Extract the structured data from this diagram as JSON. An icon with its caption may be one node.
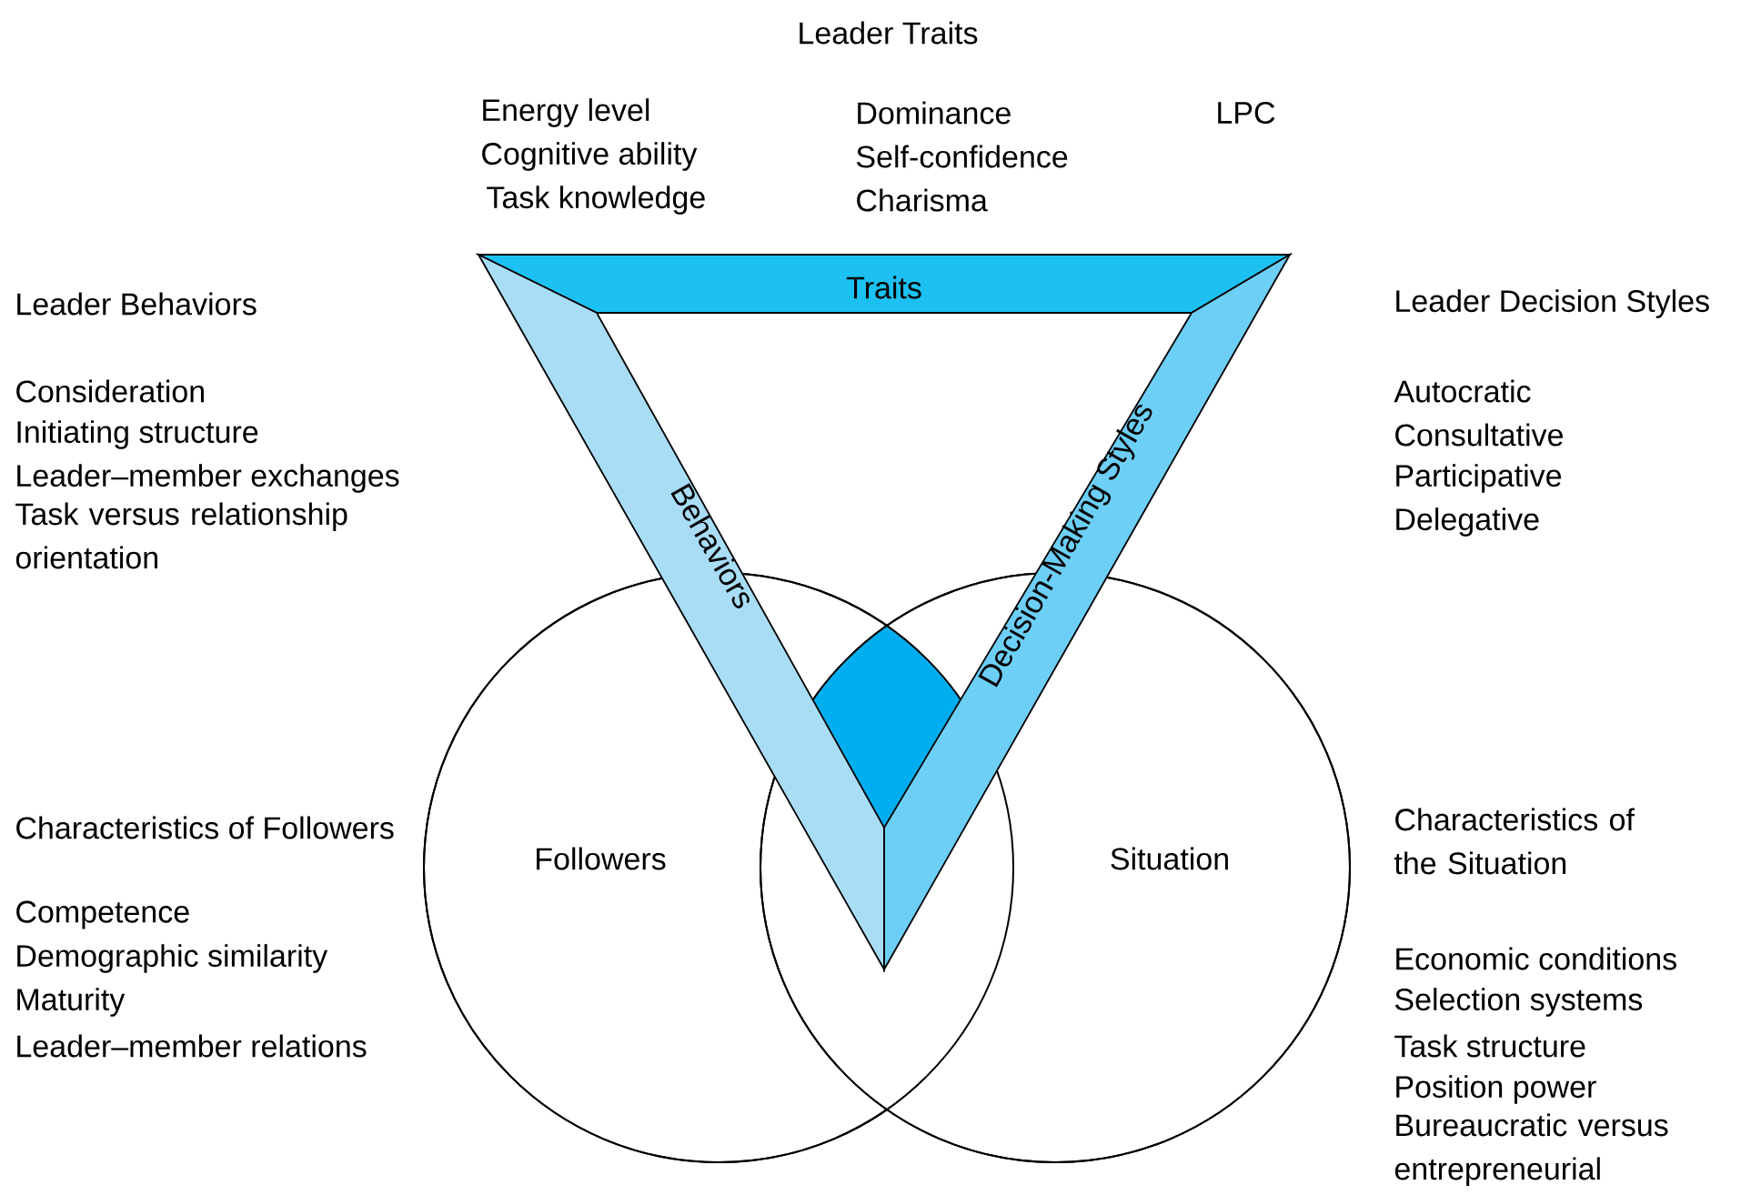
{
  "diagram": {
    "nodes": [
      {
        "text": [
          "Traits"
        ]
      },
      {
        "text": [
          "Behaviors"
        ]
      },
      {
        "text": [
          "Decision-Making Styles"
        ]
      },
      {
        "text": [
          "Followers"
        ]
      },
      {
        "text": [
          "Situation"
        ]
      }
    ],
    "labels": [
      "Leader Traits",
      "Energy level",
      "Cognitive ability",
      "Task knowledge",
      "Dominance",
      "Self-confidence",
      "Charisma",
      "LPC",
      "Leader Behaviors",
      "Consideration",
      "Initiating structure",
      "Leader–member exchanges",
      "Task versus relationship orientation",
      "Leader Decision Styles",
      "Autocratic",
      "Consultative",
      "Participative",
      "Delegative",
      "Characteristics of Followers",
      "Competence",
      "Demographic similarity",
      "Maturity",
      "Leader–member relations",
      "Characteristics of the Situation",
      "Economic conditions",
      "Selection systems",
      "Task structure",
      "Position power",
      "Bureaucratic versus entrepreneurial"
    ]
  }
}
